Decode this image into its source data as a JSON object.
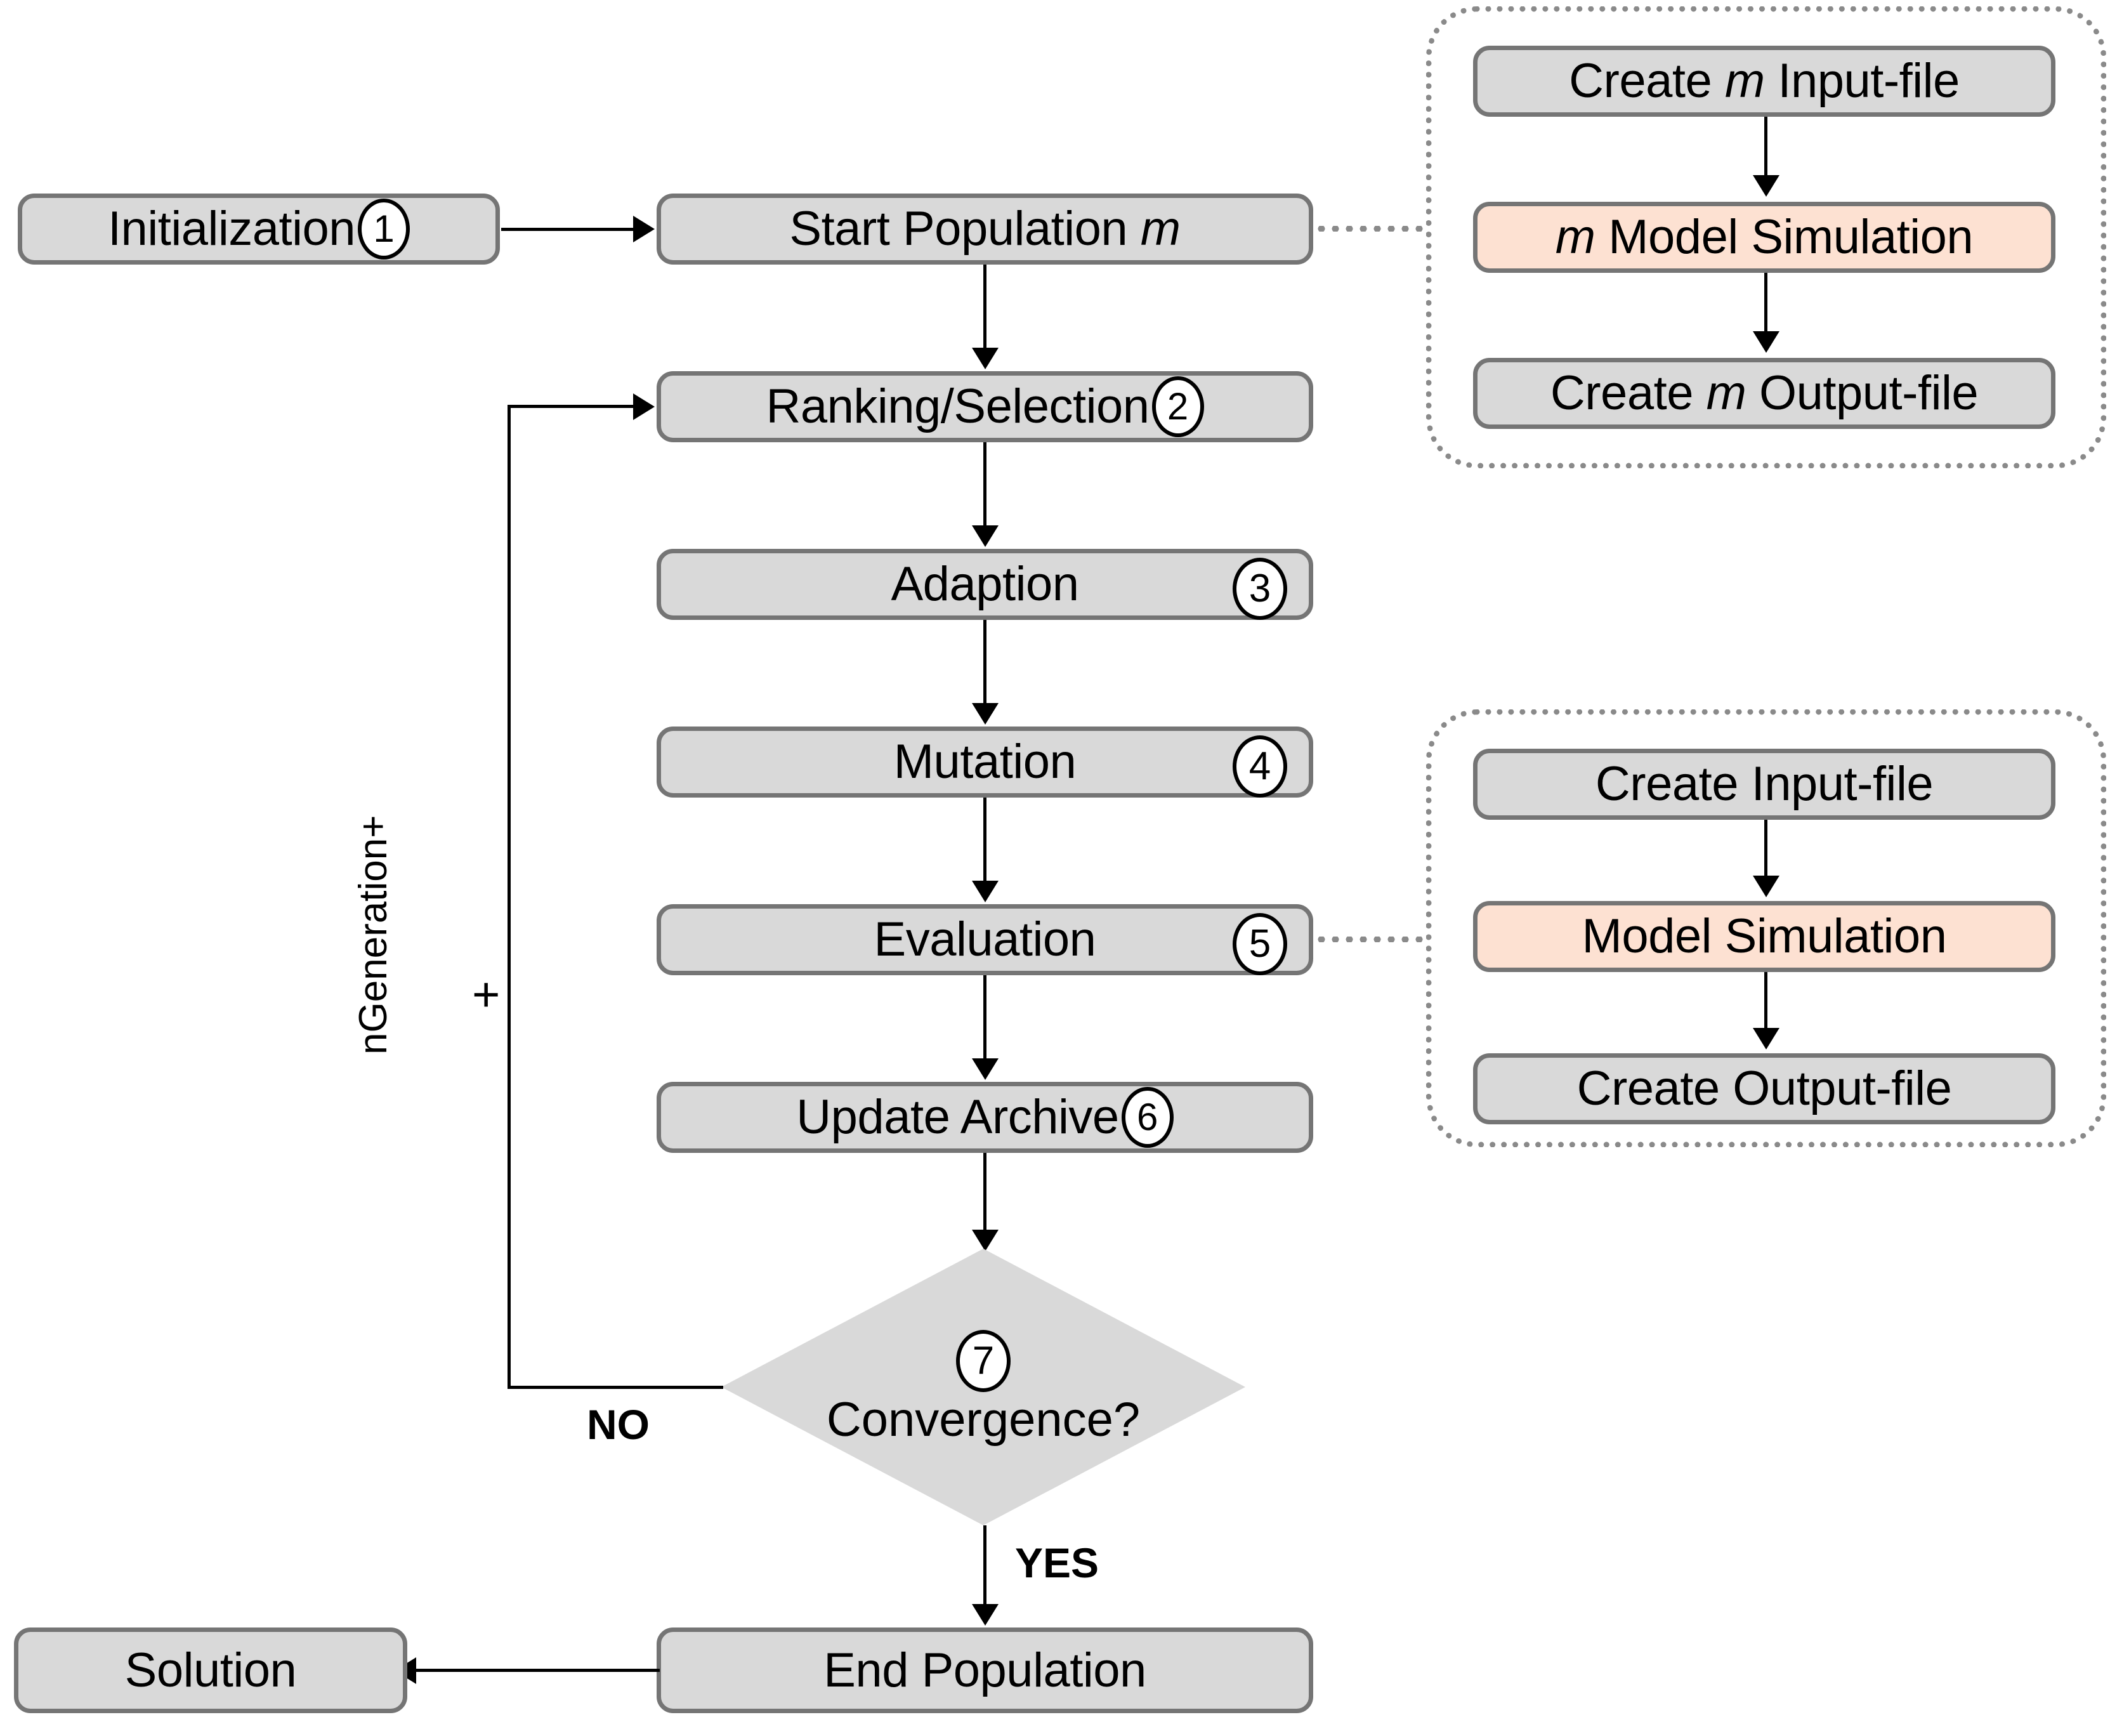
{
  "diagram": {
    "title": "Evolutionary optimization algorithm flowchart",
    "colors": {
      "node_fill": "#d9d9d9",
      "node_border": "#757575",
      "highlight_fill": "#fde1d2",
      "group_border": "#8a8a8a",
      "connector": "#000000",
      "background": "#ffffff"
    }
  },
  "main_flow": {
    "initialization": {
      "label": "Initialization",
      "step": "1"
    },
    "start_population": {
      "label_prefix": "Start Population ",
      "label_italic": "m",
      "step": ""
    },
    "ranking_selection": {
      "label": "Ranking/Selection",
      "step": "2"
    },
    "adaption": {
      "label": "Adaption",
      "step": "3"
    },
    "mutation": {
      "label": "Mutation",
      "step": "4"
    },
    "evaluation": {
      "label": "Evaluation",
      "step": "5"
    },
    "update_archive": {
      "label": "Update Archive",
      "step": "6"
    },
    "convergence": {
      "label": "Convergence?",
      "step": "7"
    },
    "end_population": {
      "label": "End Population"
    },
    "solution": {
      "label": "Solution"
    }
  },
  "edge_labels": {
    "no": "NO",
    "yes": "YES",
    "loop": "nGeneration+",
    "plus": "+"
  },
  "group_population": {
    "create_input": {
      "prefix": "Create ",
      "italic": "m",
      "suffix": " Input-file"
    },
    "model_simulation": {
      "prefix": "",
      "italic": "m",
      "suffix": " Model Simulation"
    },
    "create_output": {
      "prefix": "Create ",
      "italic": "m",
      "suffix": " Output-file"
    }
  },
  "group_single": {
    "create_input": {
      "label": "Create Input-file"
    },
    "model_simulation": {
      "label": "Model Simulation"
    },
    "create_output": {
      "label": "Create Output-file"
    }
  }
}
